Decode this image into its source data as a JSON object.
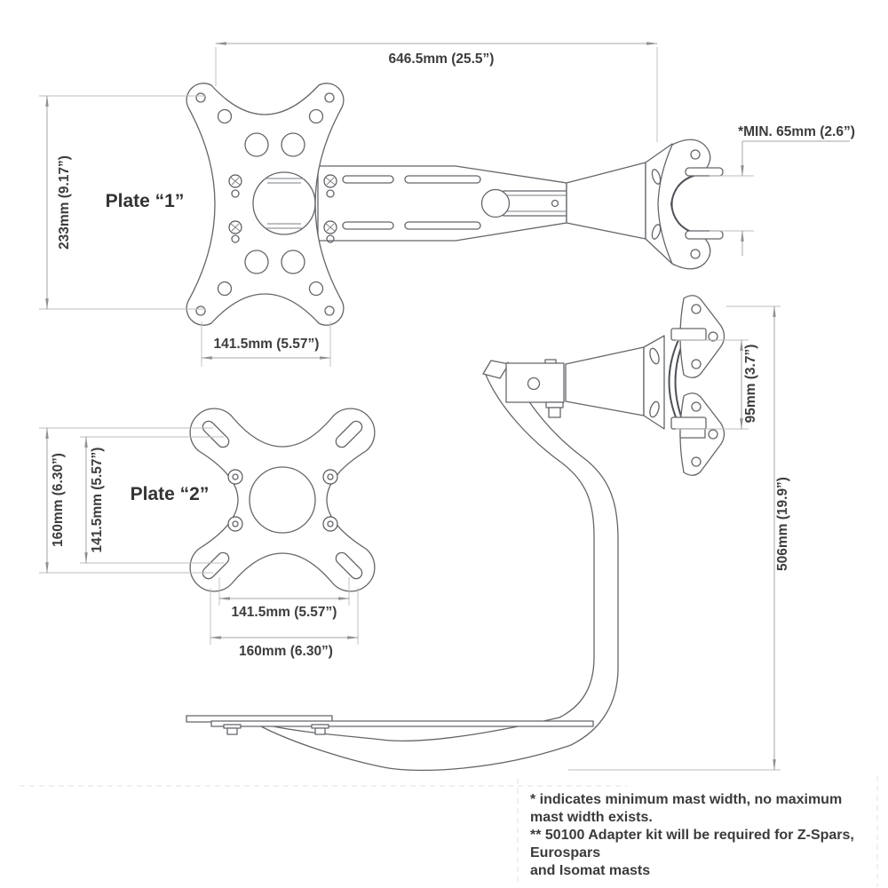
{
  "drawing": {
    "description": "Mast mount bracket technical drawing, top view and side view",
    "plate1": {
      "label": "Plate “1”",
      "height": "233mm (9.17”)",
      "hole_spacing_width": "141.5mm (5.57”)"
    },
    "plate2": {
      "label": "Plate “2”",
      "outer_height": "160mm (6.30”)",
      "inner_height": "141.5mm (5.57”)",
      "inner_width": "141.5mm (5.57”)",
      "outer_width": "160mm (6.30”)"
    },
    "arm": {
      "length": "646.5mm (25.5”)",
      "drop_height": "506mm (19.9”)"
    },
    "mast_bracket": {
      "min_mast_width": "*MIN. 65mm (2.6”)",
      "clamp_spacing": "95mm (3.7”)"
    },
    "footnotes": [
      "* indicates minimum mast width, no maximum",
      "mast width exists.",
      "** 50100 Adapter kit will be required for Z-Spars, Eurospars",
      "and Isomat masts"
    ]
  },
  "colors": {
    "background": "#ffffff",
    "part_line": "#63666a",
    "dark_edge": "#4e5156",
    "dimension_line": "#a4a4a4",
    "text": "#3d3d3d"
  }
}
